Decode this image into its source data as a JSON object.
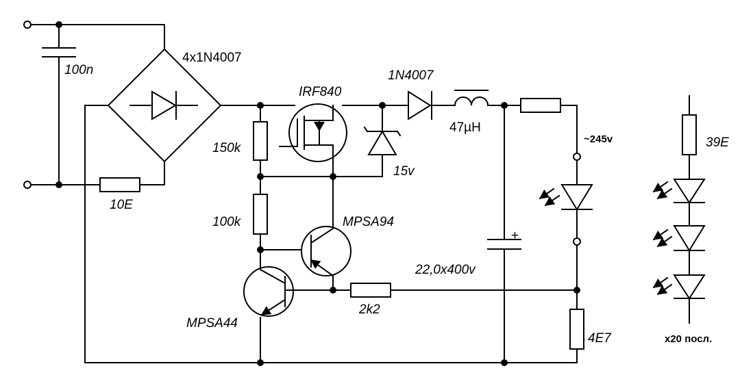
{
  "labels": {
    "c_in": "100n",
    "bridge": "4x1N4007",
    "r_in": "10E",
    "mosfet": "IRF840",
    "r_150k": "150k",
    "r_100k": "100k",
    "zener": "15v",
    "diode_out": "1N4007",
    "inductor": "47µH",
    "pnp": "MPSA94",
    "npn": "MPSA44",
    "r_2k2": "2k2",
    "c_out": "22,0x400v",
    "c_out_plus": "+",
    "voltage": "~245v",
    "r_sense": "4E7",
    "r_led": "39E",
    "led_chain": "x20 посл."
  },
  "colors": {
    "ink": "#000000",
    "background": "#ffffff"
  }
}
